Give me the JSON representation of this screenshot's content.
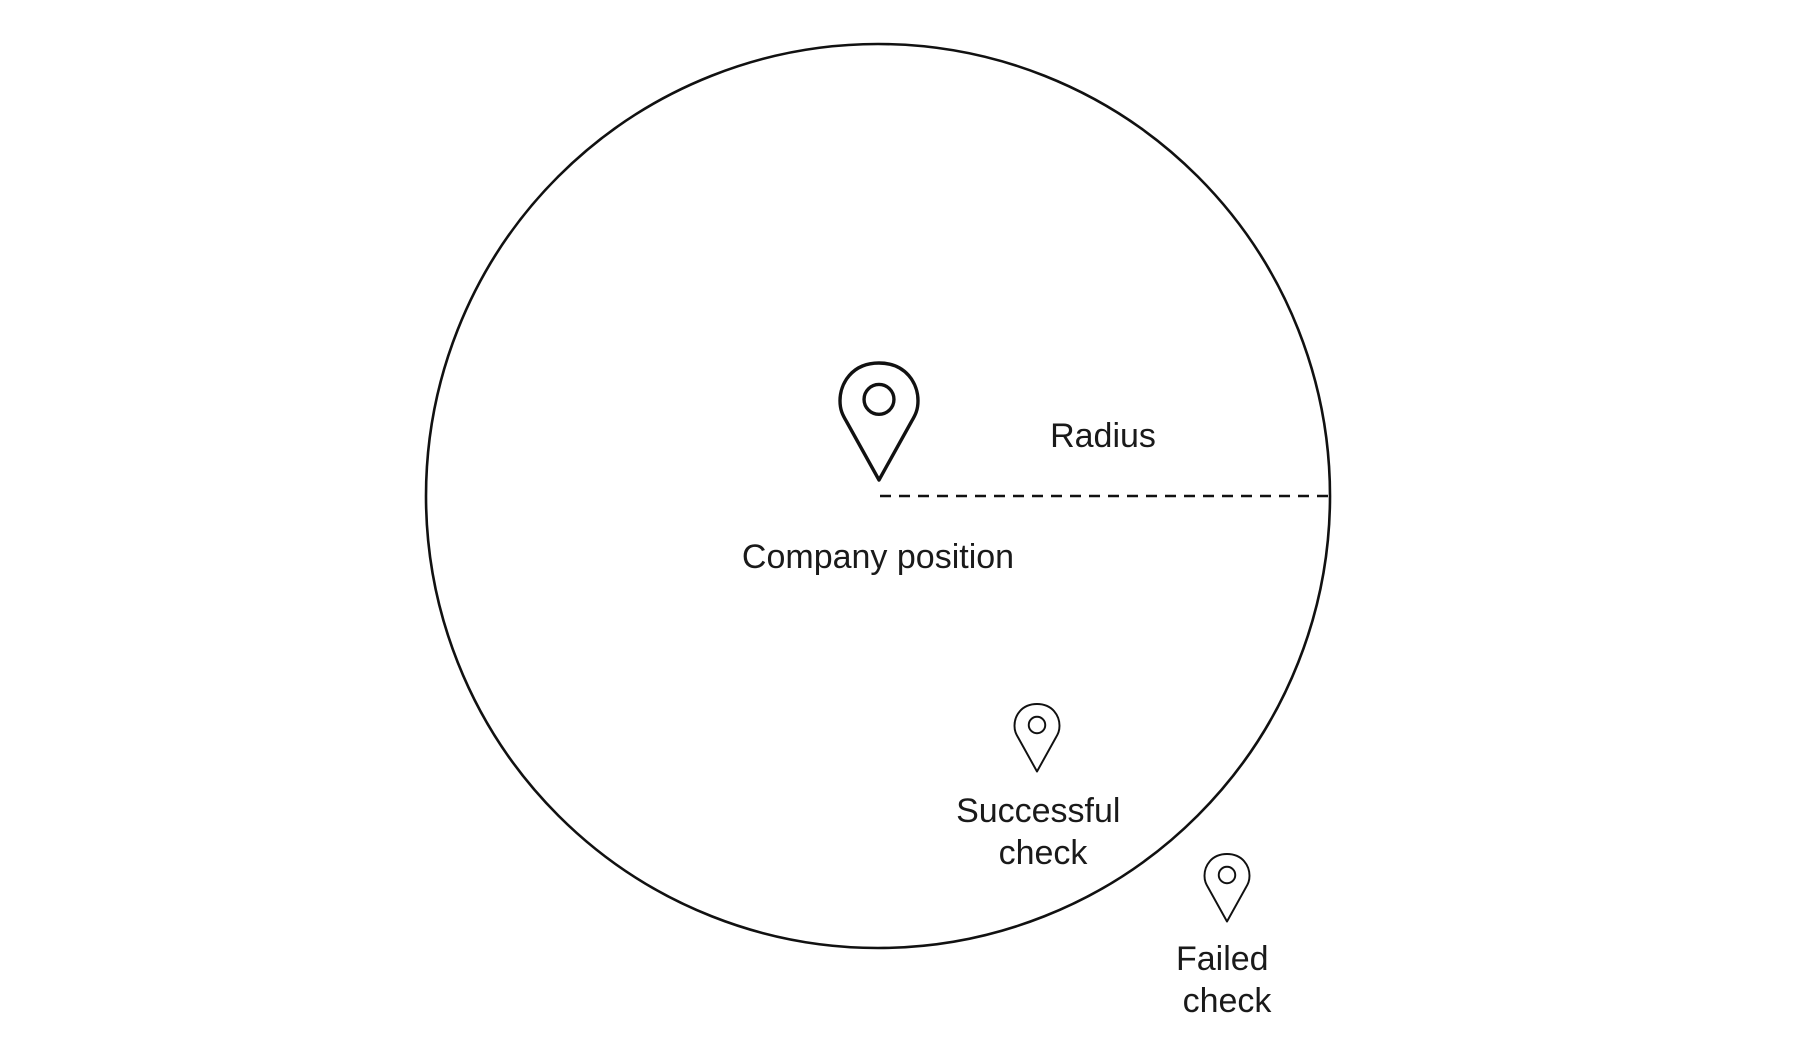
{
  "diagram": {
    "radius_label": "Radius",
    "company": {
      "label": "Company position",
      "icon": "map-pin-icon"
    },
    "successful": {
      "label_line1": "Successful",
      "label_line2": "check",
      "icon": "map-pin-icon"
    },
    "failed": {
      "label_line1": "Failed",
      "label_line2": "check",
      "icon": "map-pin-icon"
    }
  }
}
